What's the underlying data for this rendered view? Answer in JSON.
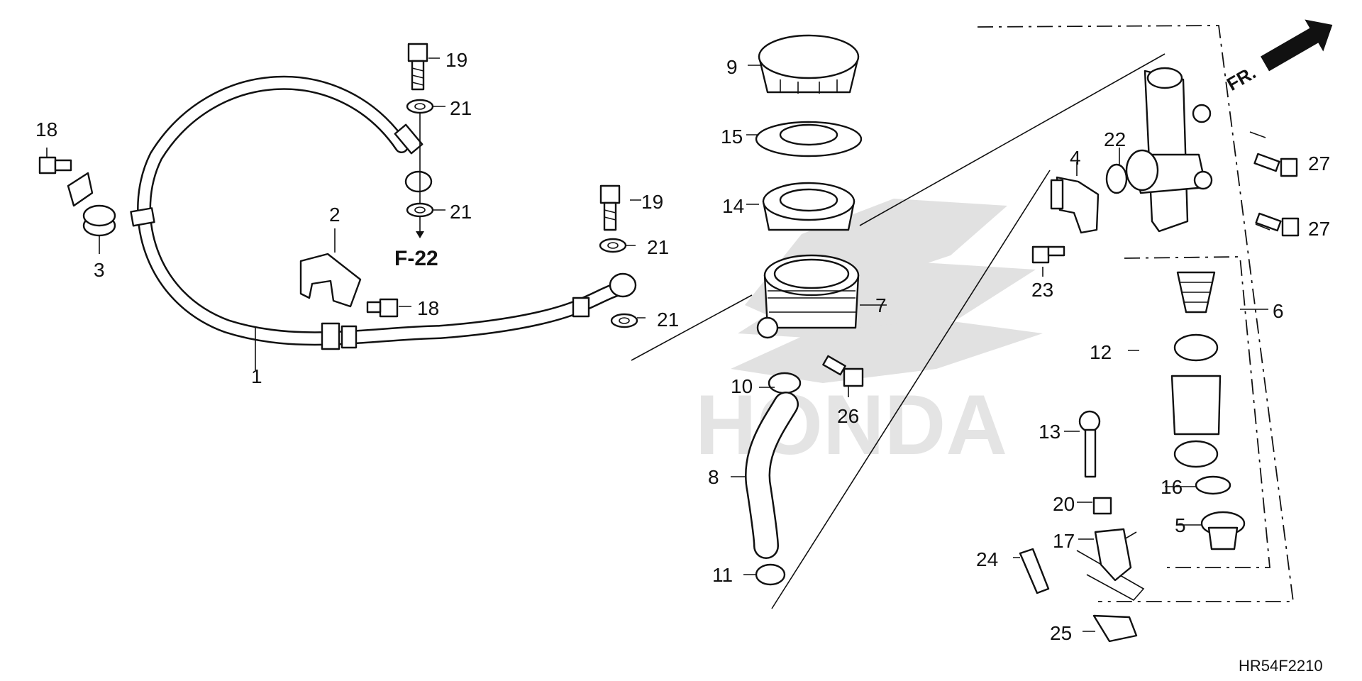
{
  "diagram": {
    "diagram_code": "HR54F2210",
    "reference_label": "F-22",
    "front_label": "FR.",
    "watermark_text": "HONDA",
    "callouts": [
      "1",
      "2",
      "3",
      "4",
      "5",
      "6",
      "7",
      "8",
      "9",
      "10",
      "11",
      "12",
      "13",
      "14",
      "15",
      "16",
      "17",
      "18",
      "18",
      "19",
      "19",
      "20",
      "21",
      "21",
      "21",
      "21",
      "22",
      "23",
      "24",
      "25",
      "26",
      "27",
      "27"
    ]
  }
}
